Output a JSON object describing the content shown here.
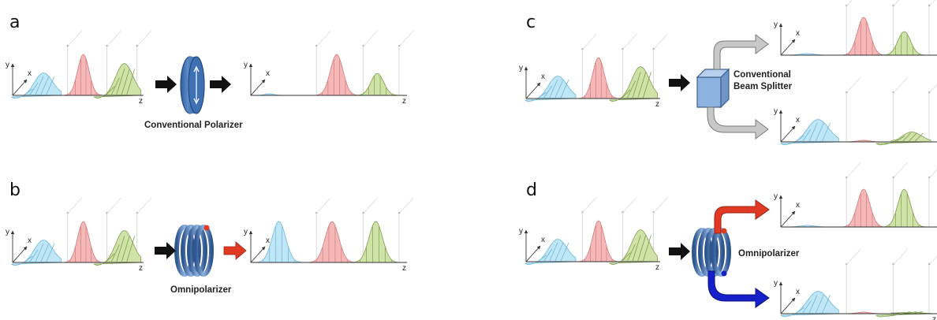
{
  "panels": [
    {
      "letter": "a",
      "caption": [
        "Conventional Polarizer"
      ]
    },
    {
      "letter": "b",
      "caption": [
        "Omnipolarizer"
      ]
    },
    {
      "letter": "c",
      "caption": [
        "Conventional",
        "Beam Splitter"
      ]
    },
    {
      "letter": "d",
      "caption": [
        "Omnipolarizer"
      ]
    }
  ],
  "axis_labels": {
    "x": "x",
    "y": "y",
    "z": "z"
  },
  "colors": {
    "blue_pulse": "#bfe6f7",
    "blue_pulse_stroke": "#6cb8d8",
    "red_pulse": "#f4b8b8",
    "red_pulse_stroke": "#d47a7a",
    "green_pulse": "#cfe2a8",
    "green_pulse_stroke": "#7fa050",
    "polarizer_blue": "#4d7fbf",
    "beam_splitter": "#8fb3e0",
    "arrow_black": "#111111",
    "arrow_red": "#e03a24",
    "arrow_blue": "#1620c8",
    "arrow_gray": "#c8c8c8"
  },
  "icons": [
    "polarizer-disc-icon",
    "omnipolarizer-coil-icon",
    "beam-splitter-cube-icon"
  ]
}
